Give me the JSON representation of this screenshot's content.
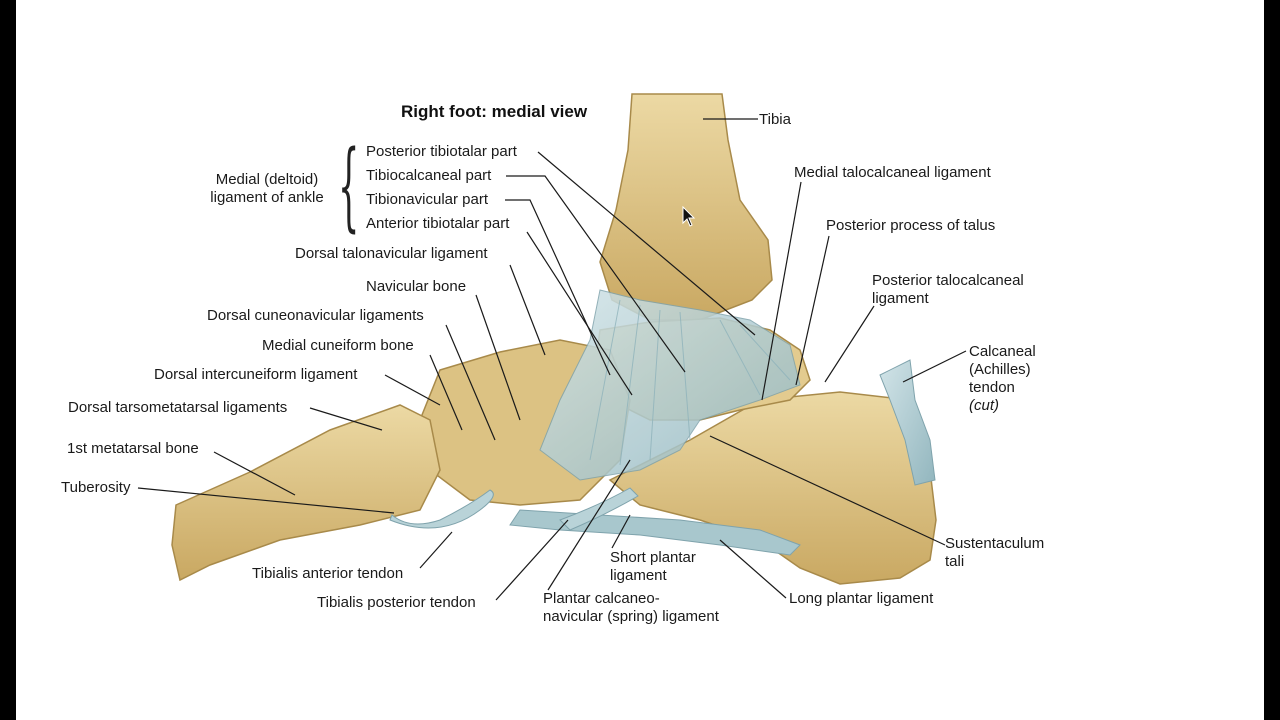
{
  "title": "Right foot: medial view",
  "group_label": [
    "Medial (deltoid)",
    "ligament of ankle"
  ],
  "colors": {
    "bone": "#e2c98b",
    "bone_shadow": "#c9a862",
    "ligament": "#b9d3d8",
    "ligament_dark": "#8fb3bb",
    "leader": "#1a1a1a",
    "background": "#ffffff",
    "frame": "#000000"
  },
  "labels": {
    "tibia": "Tibia",
    "medial_talocalcaneal": "Medial talocalcaneal ligament",
    "posterior_process_talus": "Posterior process of talus",
    "posterior_talocalcaneal": [
      "Posterior talocalcaneal",
      "ligament"
    ],
    "calcaneal_tendon": [
      "Calcaneal",
      "(Achilles)",
      "tendon",
      "(cut)"
    ],
    "posterior_tibiotalar": "Posterior tibiotalar part",
    "tibiocalcaneal": "Tibiocalcaneal part",
    "tibionavicular": "Tibionavicular part",
    "anterior_tibiotalar": "Anterior tibiotalar part",
    "dorsal_talonavicular": "Dorsal talonavicular ligament",
    "navicular_bone": "Navicular bone",
    "dorsal_cuneonavicular": "Dorsal cuneonavicular ligaments",
    "medial_cuneiform": "Medial cuneiform bone",
    "dorsal_intercuneiform": "Dorsal intercuneiform ligament",
    "dorsal_tarsometatarsal": "Dorsal tarsometatarsal ligaments",
    "first_metatarsal": "1st metatarsal bone",
    "tuberosity": "Tuberosity",
    "tibialis_anterior": "Tibialis anterior tendon",
    "tibialis_posterior": "Tibialis posterior tendon",
    "plantar_calcaneonavicular": [
      "Plantar calcaneo-",
      "navicular (spring) ligament"
    ],
    "short_plantar": [
      "Short plantar",
      "ligament"
    ],
    "long_plantar": "Long plantar ligament",
    "sustentaculum": [
      "Sustentaculum",
      "tali"
    ]
  },
  "icons": {
    "cursor": "mouse-pointer-icon"
  }
}
